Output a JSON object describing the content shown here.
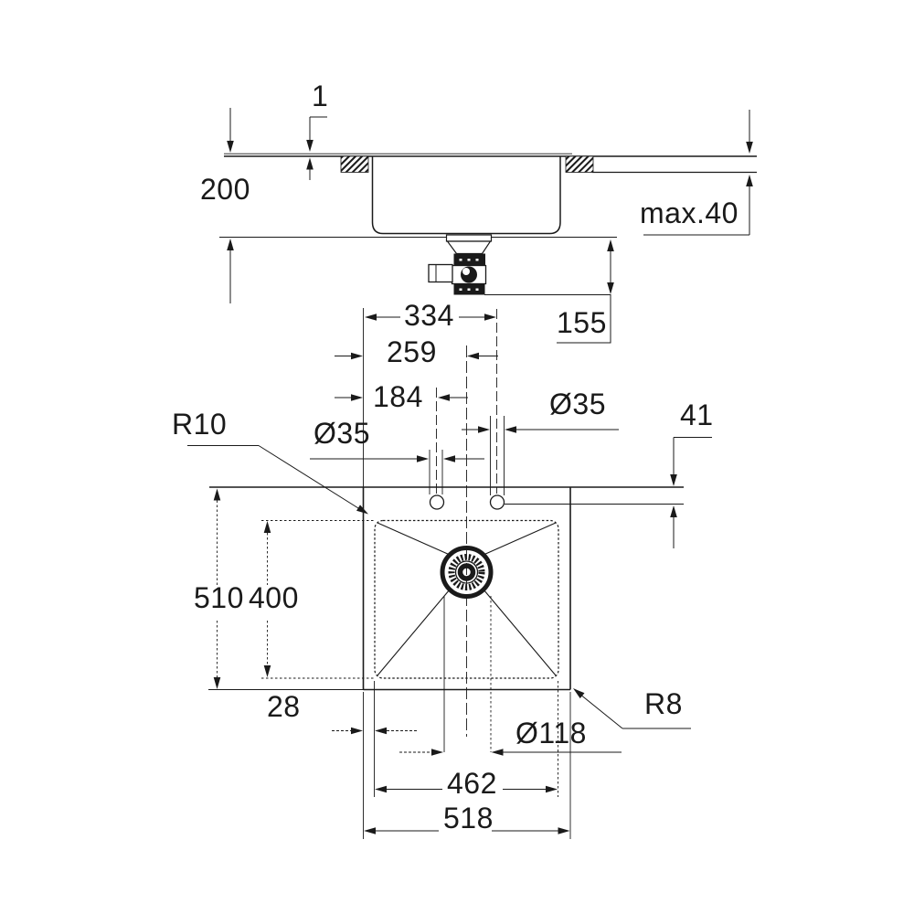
{
  "drawing": {
    "type": "technical-dimension-drawing",
    "subject": "built-in kitchen sink, side section and top plan view",
    "line_color": "#1a1a1a",
    "background": "#ffffff"
  },
  "side_view": {
    "rim_lip": "1",
    "bowl_depth": "200",
    "counter_thickness": "max.40",
    "drain_height": "155"
  },
  "plan_view": {
    "edge_to_right_hole": "334",
    "edge_to_centerline": "259",
    "edge_to_left_hole": "184",
    "left_hole_diameter": "Ø35",
    "right_hole_diameter": "Ø35",
    "top_corner_radius": "R10",
    "rim_to_bowl_offset": "41",
    "overall_depth": "510",
    "bowl_inner_depth": "400",
    "edge_gap": "28",
    "bottom_corner_radius": "R8",
    "drain_diameter": "Ø118",
    "bowl_inner_width": "462",
    "overall_width": "518"
  }
}
